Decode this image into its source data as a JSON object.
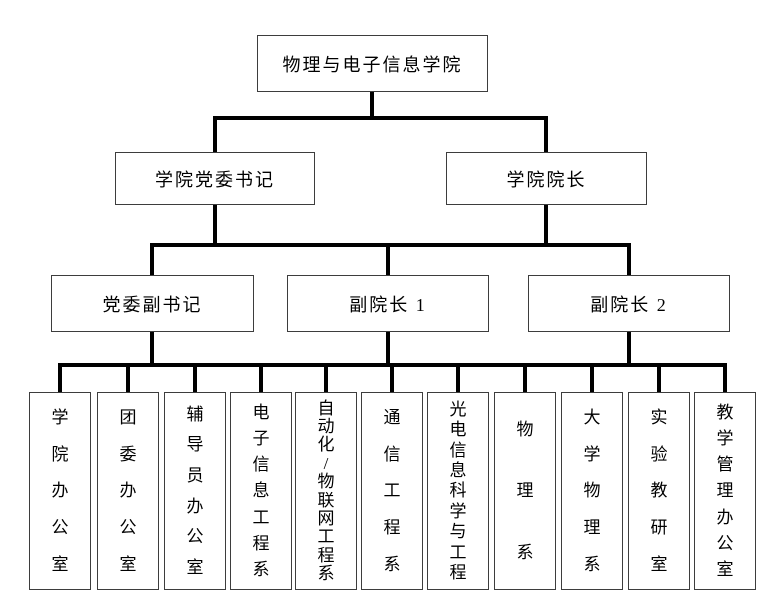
{
  "colors": {
    "background": "#ffffff",
    "connector_line": "#000000",
    "box_border": "#3d3d3d",
    "text": "#000000"
  },
  "chart": {
    "type": "org-chart",
    "root": {
      "label": "物理与电子信息学院"
    },
    "level2": [
      {
        "label": "学院党委书记"
      },
      {
        "label": "学院院长"
      }
    ],
    "level3": [
      {
        "label": "党委副书记"
      },
      {
        "label": "副院长 1"
      },
      {
        "label": "副院长 2"
      }
    ],
    "departments": [
      {
        "label": "学院办公室"
      },
      {
        "label": "团委办公室"
      },
      {
        "label": "辅导员办公室"
      },
      {
        "label": "电子信息工程系"
      },
      {
        "label": "自动化/物联网工程系"
      },
      {
        "label": "通信工程系"
      },
      {
        "label": "光电信息科学与工程"
      },
      {
        "label": "物理系"
      },
      {
        "label": "大学物理系"
      },
      {
        "label": "实验教研室"
      },
      {
        "label": "教学管理办公室"
      }
    ]
  }
}
